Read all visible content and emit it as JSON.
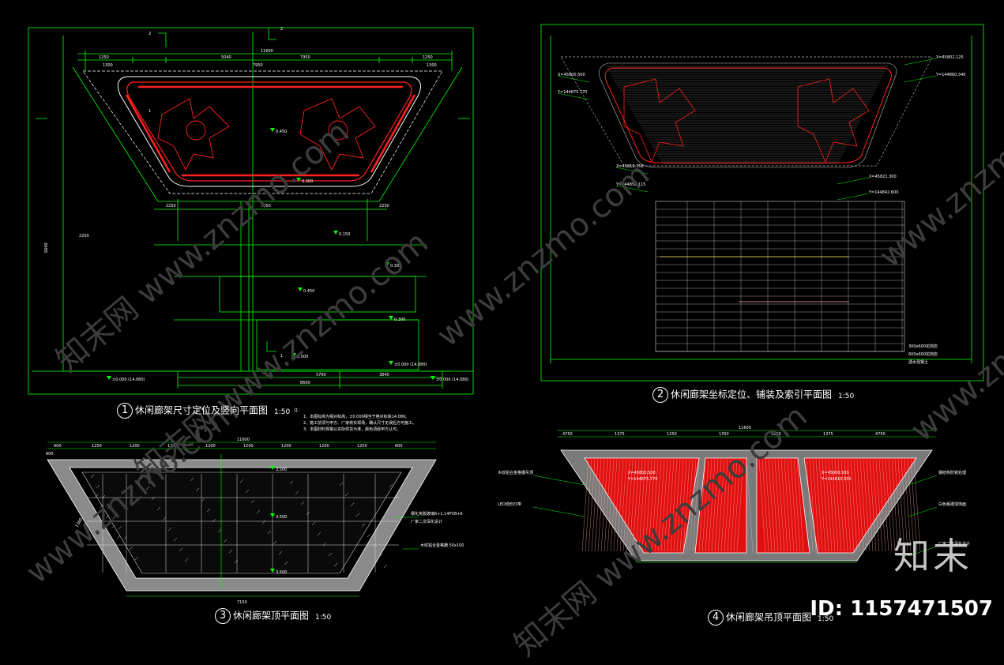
{
  "colors": {
    "background": "#000000",
    "frame": "#00ff00",
    "structure": "#ff2020",
    "text": "#ffffff",
    "hatch": "#9a9a9a"
  },
  "drawings": [
    {
      "num": "1",
      "title": "休闲廊架尺寸定位及竖向平面图",
      "scale": "1:50"
    },
    {
      "num": "2",
      "title": "休闲廊架坐标定位、铺装及索引平面图",
      "scale": "1:50"
    },
    {
      "num": "3",
      "title": "休闲廊架顶平面图",
      "scale": "1:50"
    },
    {
      "num": "4",
      "title": "休闲廊架吊顶平面图",
      "scale": "1:50"
    }
  ],
  "notes": {
    "heading": "注：",
    "lines": [
      "1、本图标高为相对标高，±0.000相当于绝对标高14.080。",
      "2、施工前须与甲方、厂家核实现场，确认尺寸无误后方可施工。",
      "3、本图材料规格以实际供货为准，颜色须经甲方认可。"
    ]
  },
  "dims1": {
    "top_overall": "11600",
    "top_parts": [
      "1250",
      "5040",
      "7950",
      "1250"
    ],
    "top_sub": [
      "1300",
      "7950",
      "1300"
    ],
    "bottom_overall": "8600",
    "bottom_parts": [
      "5760",
      "3840"
    ],
    "mid_parts": [
      "2250",
      "7250",
      "2250"
    ],
    "left_total": "6600",
    "left_part": "2250",
    "section_marks": [
      "2",
      "2",
      "1",
      "1"
    ],
    "elevations": [
      "0.450",
      "0.300",
      "0.150",
      "0.300",
      "0.450",
      "0.300",
      "0.000",
      "±0.000 (14.080)",
      "±0.000 (14.080)",
      "±0.000 (14.080)"
    ]
  },
  "dims3": {
    "top_overall": "11600",
    "top_parts": [
      "600",
      "1250",
      "1200",
      "1200",
      "1200",
      "1200",
      "1200",
      "1200",
      "1250",
      "600"
    ],
    "bottom": "7150",
    "sides": [
      "1360",
      "600"
    ],
    "elevs": [
      "3.500",
      "3.500",
      "3.500"
    ],
    "notes": [
      "钢化夹胶玻璃6+1.14PVB+6",
      "厂家二次深化设计",
      "木纹铝合金格栅 50x100"
    ]
  },
  "dims4": {
    "top_overall": "11600",
    "top_parts": [
      "4750",
      "1375",
      "1250",
      "1350",
      "1250",
      "1375",
      "4750"
    ],
    "coords": [
      "X=45800.500",
      "Y=144875.770",
      "X=45800.500",
      "Y=144810.555"
    ],
    "notes": [
      "木纹铝合金格栅吊顶",
      "LED线形灯带",
      "钢结构防锈处理",
      "白色氟碳漆饰面",
      "厂家二次深化设计"
    ]
  },
  "dims2": {
    "coords": [
      "X=45800.500",
      "Y=144875.770",
      "X=45802.125",
      "Y=144860.340",
      "X=45810.750",
      "Y=144850.115",
      "X=45821.300",
      "Y=144842.600"
    ],
    "legend": [
      "300x600花岗岩",
      "600x600花岗岩",
      "透水混凝土"
    ]
  },
  "brand": "知末",
  "id_label": "ID: 1157471507",
  "watermarks": [
    "知末网 www.znzmo.com",
    "知末网 www.znzmo.com",
    "www.znzmo.com",
    "www.znzmo.com",
    "知末网 www.znzmo.com",
    "www.znzmo.com",
    "www.znzmo.com"
  ]
}
